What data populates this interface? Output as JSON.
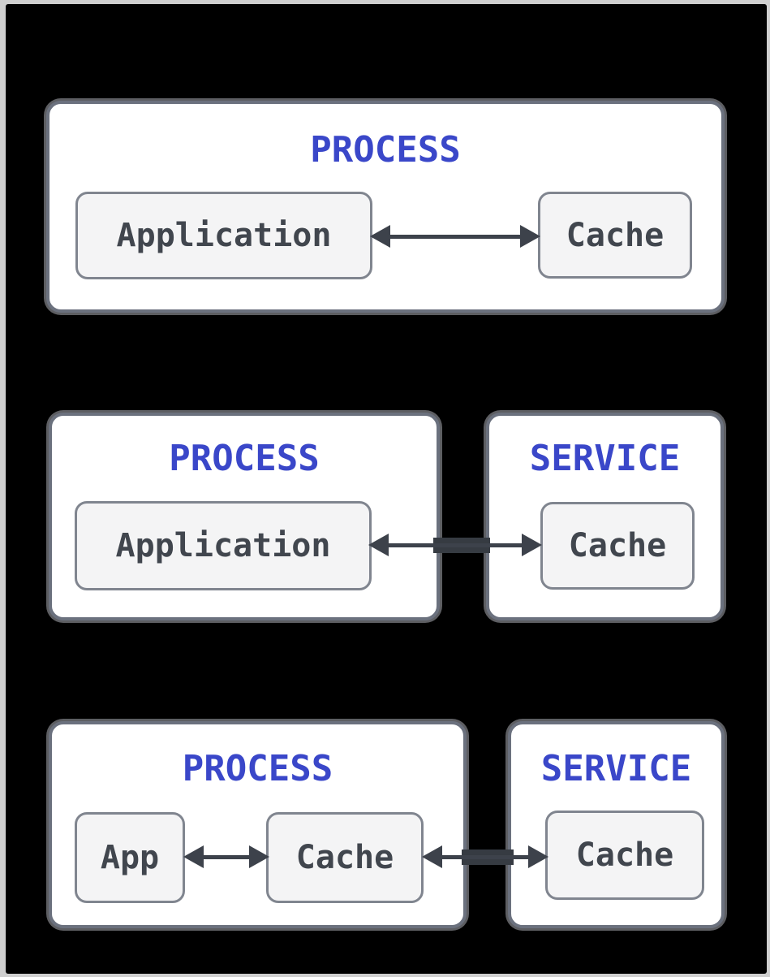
{
  "page": {
    "background": "#cfcfcf",
    "canvas_background": "#000000"
  },
  "colors": {
    "container_fill": "#ffffff",
    "container_border": "#6b717e",
    "container_halo": "#b9bcc4",
    "node_fill": "#f4f4f5",
    "node_border": "#80858f",
    "title_text": "#3a47c9",
    "label_text": "#41464e",
    "arrow": "#3d424b"
  },
  "diagram": {
    "sections": [
      {
        "containers": [
          {
            "title": "PROCESS",
            "nodes": [
              {
                "label": "Application"
              },
              {
                "label": "Cache"
              }
            ]
          }
        ],
        "arrows": [
          {
            "type": "double-headed",
            "between": [
              "Application",
              "Cache"
            ]
          }
        ]
      },
      {
        "containers": [
          {
            "title": "PROCESS",
            "nodes": [
              {
                "label": "Application"
              }
            ]
          },
          {
            "title": "SERVICE",
            "nodes": [
              {
                "label": "Cache"
              }
            ]
          }
        ],
        "arrows": [
          {
            "type": "double-headed",
            "between": [
              "Application",
              "Cache"
            ]
          }
        ]
      },
      {
        "containers": [
          {
            "title": "PROCESS",
            "nodes": [
              {
                "label": "App"
              },
              {
                "label": "Cache"
              }
            ]
          },
          {
            "title": "SERVICE",
            "nodes": [
              {
                "label": "Cache"
              }
            ]
          }
        ],
        "arrows": [
          {
            "type": "double-headed",
            "between": [
              "App",
              "Cache"
            ]
          },
          {
            "type": "double-headed",
            "between": [
              "Cache",
              "Cache"
            ]
          }
        ]
      }
    ]
  }
}
